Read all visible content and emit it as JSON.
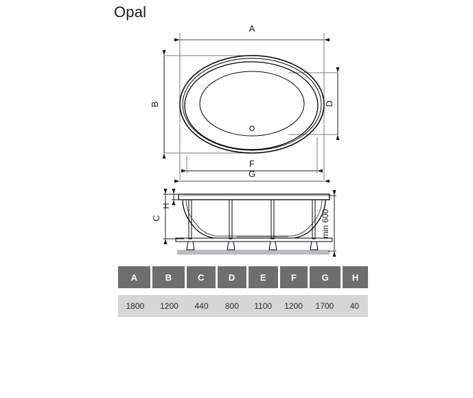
{
  "title": "Opal",
  "drawing": {
    "views": {
      "top_view": {
        "name": "top-view",
        "dimension_labels": [
          "A",
          "B",
          "D",
          "F",
          "G"
        ],
        "features": [
          "outer-rim-ellipse",
          "rim-inner-ellipse",
          "bowl-ellipse",
          "bowl-inner-ellipse",
          "drain-hole"
        ]
      },
      "front_view": {
        "name": "front-elevation-view",
        "dimension_labels": [
          "C",
          "H"
        ],
        "note_label": "min 600",
        "features": [
          "tub-rim",
          "tub-shell",
          "support-frame",
          "adjustable-legs",
          "floor-line"
        ]
      }
    }
  },
  "spec_table": {
    "headers": [
      "A",
      "B",
      "C",
      "D",
      "E",
      "F",
      "G",
      "H"
    ],
    "values": [
      "1800",
      "1200",
      "440",
      "800",
      "1100",
      "1200",
      "1700",
      "40"
    ],
    "header_bg": "#6e6e6e",
    "header_fg": "#ffffff",
    "value_bg": "#d6d6d6",
    "value_fg": "#2a2a2a"
  },
  "colors": {
    "line": "#000000",
    "dimension_line": "#6b6b6b",
    "floor": "#b8bcc0",
    "background": "#ffffff"
  }
}
